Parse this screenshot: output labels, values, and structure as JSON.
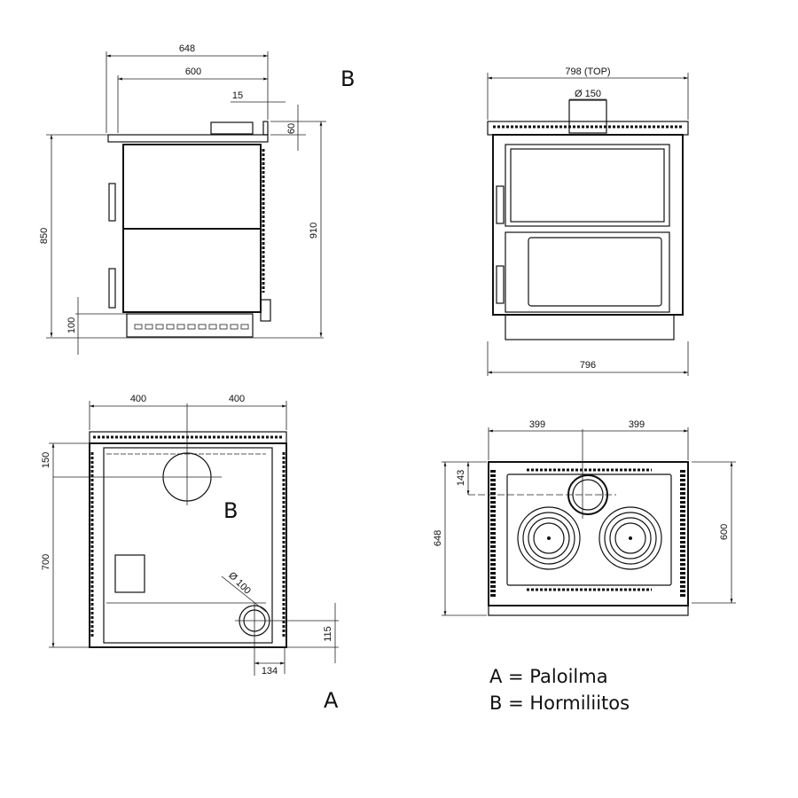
{
  "side_view": {
    "dim_total_depth": "648",
    "dim_body_depth": "600",
    "dim_flue_offset": "15",
    "dim_flue_height": "60",
    "dim_height": "850",
    "dim_total_height": "910",
    "dim_base_height": "100",
    "flue_label": "B"
  },
  "front_view": {
    "dim_top_width": "798  (TOP)",
    "dim_flue_diameter": "Ø 150",
    "dim_bottom_width": "796"
  },
  "rear_view": {
    "dim_left_half": "400",
    "dim_right_half": "400",
    "dim_flue_from_top": "150",
    "dim_air_from_flue": "700",
    "dim_air_height": "115",
    "dim_air_offset": "134",
    "dim_air_diameter": "Ø 100",
    "flue_label": "B",
    "air_label": "A"
  },
  "top_view": {
    "dim_left_half": "399",
    "dim_right_half": "399",
    "dim_flue_from_back": "143",
    "dim_total_depth": "648",
    "dim_body_depth": "600"
  },
  "legend": {
    "a": "A = Paloilma",
    "b": "B = Hormiliitos"
  }
}
